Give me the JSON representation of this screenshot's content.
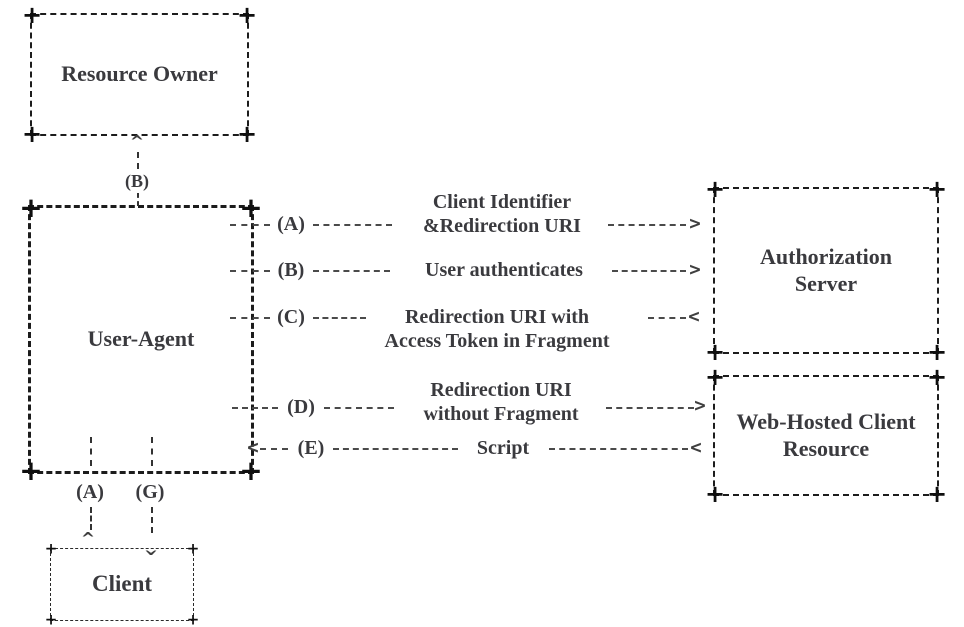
{
  "boxes": {
    "resource_owner": {
      "label": "Resource Owner"
    },
    "user_agent": {
      "label": "User-Agent"
    },
    "authorization_server": {
      "line1": "Authorization",
      "line2": "Server"
    },
    "web_hosted_client_resource": {
      "line1": "Web-Hosted Client",
      "line2": "Resource"
    },
    "client": {
      "label": "Client"
    }
  },
  "flows": {
    "a": {
      "tag": "(A)",
      "line1": "Client Identifier",
      "line2": "&Redirection URI",
      "direction": "right"
    },
    "b": {
      "tag": "(B)",
      "text": "User authenticates",
      "direction": "right"
    },
    "c": {
      "tag": "(C)",
      "line1": "Redirection URI with",
      "line2": "Access Token in Fragment",
      "direction": "left"
    },
    "d": {
      "tag": "(D)",
      "line1": "Redirection URI",
      "line2": "without Fragment",
      "direction": "right"
    },
    "e": {
      "tag": "(E)",
      "text": "Script",
      "direction": "left"
    }
  },
  "vertical_flows": {
    "b_resource_owner": {
      "tag": "(B)",
      "direction": "up"
    },
    "a_client": {
      "tag": "(A)",
      "direction": "up"
    },
    "g_client": {
      "tag": "(G)",
      "direction": "down"
    }
  },
  "glyphs": {
    "right_arrow": ">",
    "left_arrow": "<",
    "up_caret": "^",
    "plus": "+"
  },
  "colors": {
    "ink": "#1c1c1c",
    "text": "#3a3a3e",
    "line": "#4a4a4a",
    "background": "#ffffff"
  }
}
